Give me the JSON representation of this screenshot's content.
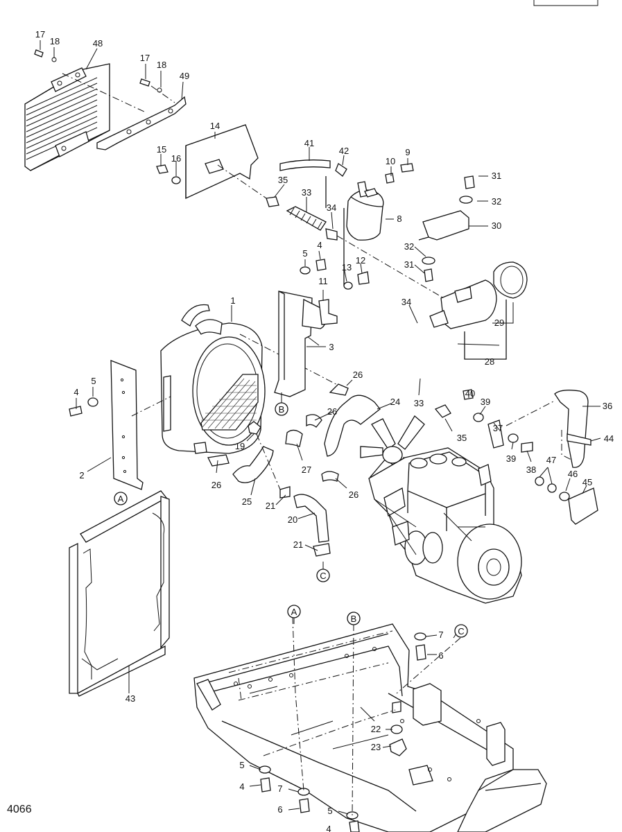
{
  "page": {
    "figure_code": "4066"
  },
  "part_labels": {
    "p1": "1",
    "p2": "2",
    "p3": "3",
    "p4": "4",
    "p5": "5",
    "p6": "6",
    "p7": "7",
    "p8": "8",
    "p9": "9",
    "p10": "10",
    "p11": "11",
    "p12": "12",
    "p13": "13",
    "p14": "14",
    "p15": "15",
    "p16": "16",
    "p17": "17",
    "p18": "18",
    "p19": "19",
    "p20": "20",
    "p21": "21",
    "p22": "22",
    "p23": "23",
    "p24": "24",
    "p25": "25",
    "p26": "26",
    "p27": "27",
    "p28": "28",
    "p29": "29",
    "p30": "30",
    "p31": "31",
    "p32": "32",
    "p33": "33",
    "p34": "34",
    "p35": "35",
    "p36": "36",
    "p37": "37",
    "p38": "38",
    "p39": "39",
    "p40": "40",
    "p41": "41",
    "p42": "42",
    "p43": "43",
    "p44": "44",
    "p45": "45",
    "p46": "46",
    "p47": "47",
    "p48": "48",
    "p49": "49"
  },
  "reference_markers": {
    "a": "A",
    "b": "B",
    "c": "C"
  }
}
